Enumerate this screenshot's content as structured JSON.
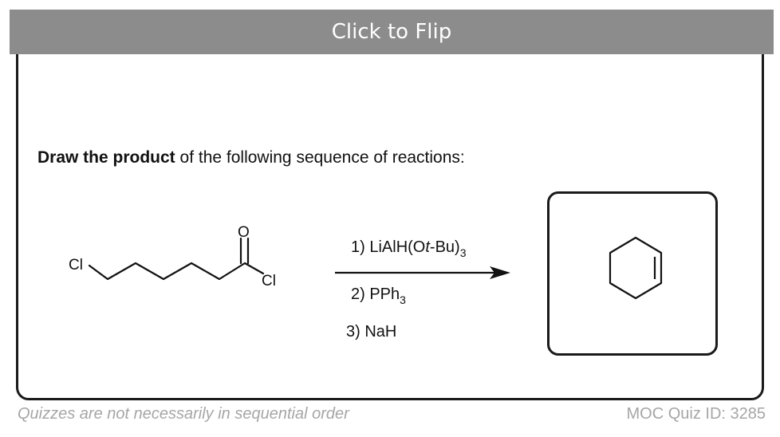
{
  "header": {
    "flip_label": "Click to Flip"
  },
  "question": {
    "bold": "Draw the product",
    "rest": " of the following sequence of reactions:"
  },
  "reactant": {
    "cl_left": "Cl",
    "carbonyl_o": "O",
    "acyl_cl": "Cl"
  },
  "conditions": {
    "step1_main": "1) LiAlH(O",
    "step1_italic": "t",
    "step1_tail": "-Bu)",
    "step1_sub": "3",
    "step2_main": "2) PPh",
    "step2_sub": "3",
    "step3": "3) NaH"
  },
  "footer": {
    "note": "Quizzes are not necessarily in sequential order",
    "quiz_id": "MOC Quiz ID: 3285"
  }
}
